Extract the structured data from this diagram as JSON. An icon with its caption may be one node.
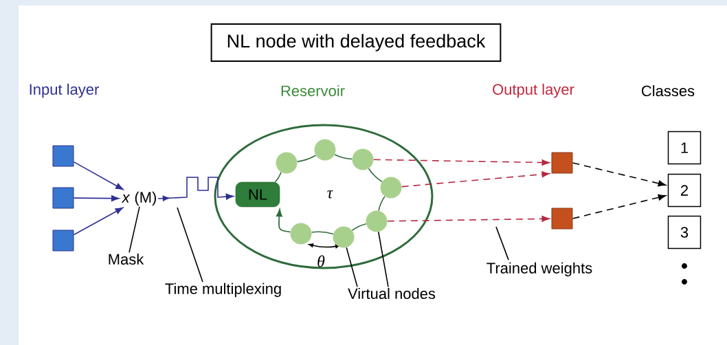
{
  "diagram": {
    "nodes": [
      {
        "text": [
          "NL node with delayed feedback"
        ]
      },
      {
        "text": [
          "Reservoir"
        ]
      },
      {
        "text": [],
        "shape": "box"
      },
      {
        "text": [],
        "shape": "box"
      },
      {
        "text": [],
        "shape": "box"
      },
      {
        "text": [
          "*x* (M)"
        ]
      },
      {
        "text": [
          "Mask"
        ]
      },
      {
        "text": [
          "Time multiplexing"
        ]
      },
      {
        "text": [
          "NL"
        ],
        "in": 1
      },
      {
        "text": [],
        "shape": "circle",
        "in": 1
      },
      {
        "text": [],
        "shape": "circle",
        "in": 1
      },
      {
        "text": [],
        "shape": "circle",
        "in": 1
      },
      {
        "text": [],
        "shape": "circle",
        "in": 1
      },
      {
        "text": [],
        "shape": "circle",
        "in": 1
      },
      {
        "text": [],
        "shape": "circle",
        "in": 1
      },
      {
        "text": [],
        "shape": "circle",
        "in": 1
      },
      {
        "text": [
          "Virtual nodes"
        ]
      },
      {
        "text": [],
        "shape": "box"
      },
      {
        "text": [],
        "shape": "box"
      },
      {
        "text": [
          "Trained weights"
        ]
      },
      {
        "text": [
          "1"
        ]
      },
      {
        "text": [
          "2"
        ]
      },
      {
        "text": [
          "3"
        ]
      }
    ],
    "edges": [
      {
        "from": 2,
        "to": 5,
        "arrow": "to",
        "color": "#2e3192"
      },
      {
        "from": 3,
        "to": 5,
        "arrow": "to",
        "color": "#2e3192"
      },
      {
        "from": 4,
        "to": 5,
        "arrow": "to",
        "color": "#2e3192"
      },
      {
        "from": 5,
        "to": 8,
        "arrow": "to",
        "color": "#2e3192"
      },
      {
        "from": 10,
        "to": 8,
        "arrow": "to",
        "color": "#2e6b3a"
      },
      {
        "from": 13,
        "to": 17,
        "arrow": "to",
        "style": "dashed",
        "color": "#b5283f"
      },
      {
        "from": 15,
        "to": 17,
        "arrow": "to",
        "style": "dashed",
        "color": "#b5283f"
      },
      {
        "from": 14,
        "to": 18,
        "arrow": "to",
        "style": "dashed",
        "color": "#b5283f"
      },
      {
        "from": 17,
        "to": 21,
        "arrow": "to",
        "style": "dashed",
        "color": "#000000"
      },
      {
        "from": 18,
        "to": 21,
        "arrow": "to",
        "style": "dashed",
        "color": "#000000"
      },
      {
        "from": 6,
        "to": 5,
        "arrow": "none",
        "color": "#000000"
      },
      {
        "from": 7,
        "to": null,
        "arrow": "none",
        "color": "#000000"
      },
      {
        "from": 16,
        "to": 12,
        "arrow": "none",
        "color": "#000000"
      },
      {
        "from": 16,
        "to": 14,
        "arrow": "none",
        "color": "#000000"
      },
      {
        "from": 19,
        "to": null,
        "arrow": "none",
        "color": "#000000"
      },
      {
        "from": 8,
        "to": 9,
        "arrow": "none",
        "color": "#2e6b3a"
      },
      {
        "from": 9,
        "to": 11,
        "arrow": "none",
        "color": "#2e6b3a"
      },
      {
        "from": 11,
        "to": 13,
        "arrow": "none",
        "color": "#2e6b3a"
      },
      {
        "from": 13,
        "to": 15,
        "arrow": "none",
        "color": "#2e6b3a"
      },
      {
        "from": 15,
        "to": 14,
        "arrow": "none",
        "color": "#2e6b3a"
      },
      {
        "from": 14,
        "to": 12,
        "arrow": "none",
        "color": "#2e6b3a"
      },
      {
        "from": 12,
        "to": 10,
        "arrow": "none",
        "color": "#2e6b3a"
      }
    ],
    "labels": [
      "Input layer",
      "Output layer",
      "Classes",
      "τ",
      "θ"
    ]
  }
}
